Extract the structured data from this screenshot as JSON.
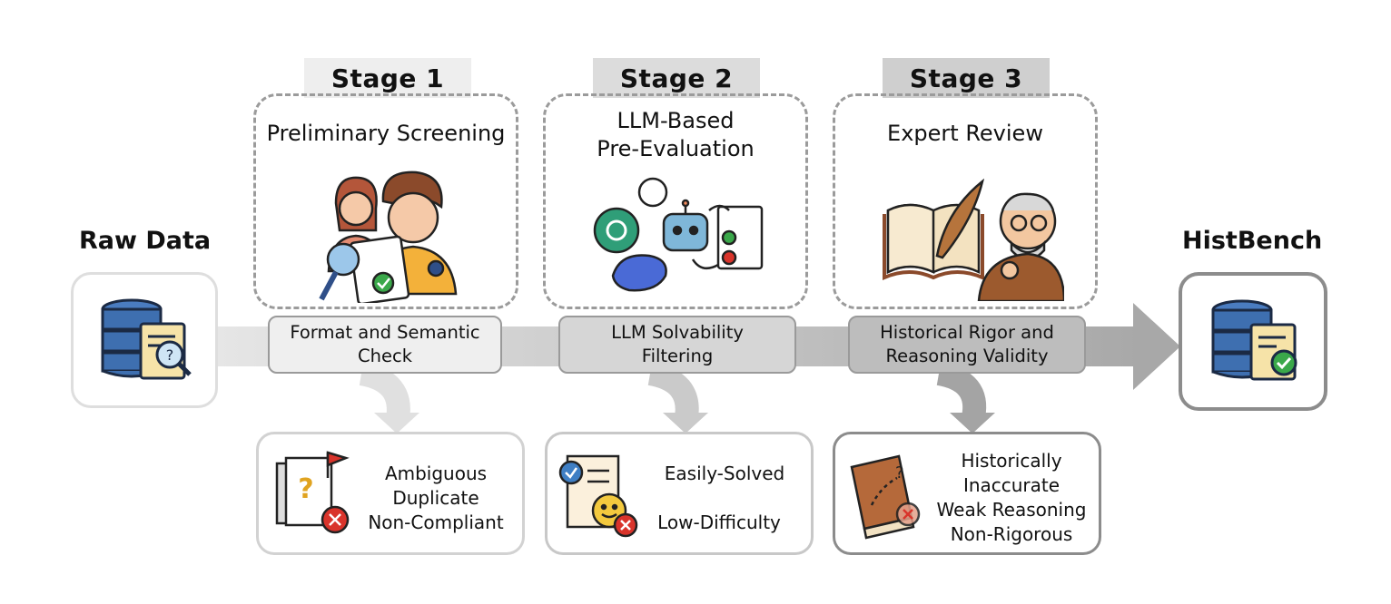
{
  "raw_data": {
    "label": "Raw Data"
  },
  "histbench": {
    "label": "HistBench"
  },
  "stages": [
    {
      "tab": "Stage 1",
      "title": "Preliminary Screening",
      "check": "Format and Semantic Check",
      "rejects": [
        "Ambiguous",
        "Duplicate",
        "Non-Compliant"
      ]
    },
    {
      "tab": "Stage 2",
      "title_line1": "LLM-Based",
      "title_line2": "Pre-Evaluation",
      "check_line1": "LLM Solvability",
      "check_line2": "Filtering",
      "rejects": [
        "Easily-Solved",
        "Low-Difficulty"
      ]
    },
    {
      "tab": "Stage 3",
      "title": "Expert Review",
      "check_line1": "Historical Rigor and",
      "check_line2": "Reasoning Validity",
      "rejects": [
        "Historically",
        "Inaccurate",
        "Weak Reasoning",
        "Non-Rigorous"
      ]
    }
  ],
  "colors": {
    "stage1_tab": "#eeeeee",
    "stage2_tab": "#dcdcdc",
    "stage3_tab": "#cfcfcf",
    "arrow_light": "#e2e2e2",
    "arrow_dark": "#a9a9a9",
    "db_blue": "#3e6fb0",
    "check_green": "#3aa84a",
    "reject_red": "#d9342b"
  },
  "icons": [
    "database-search-icon",
    "database-check-icon",
    "reviewers-icon",
    "ai-models-icon",
    "expert-book-icon",
    "flagged-docs-icon",
    "solved-doc-icon",
    "inaccurate-book-icon"
  ]
}
